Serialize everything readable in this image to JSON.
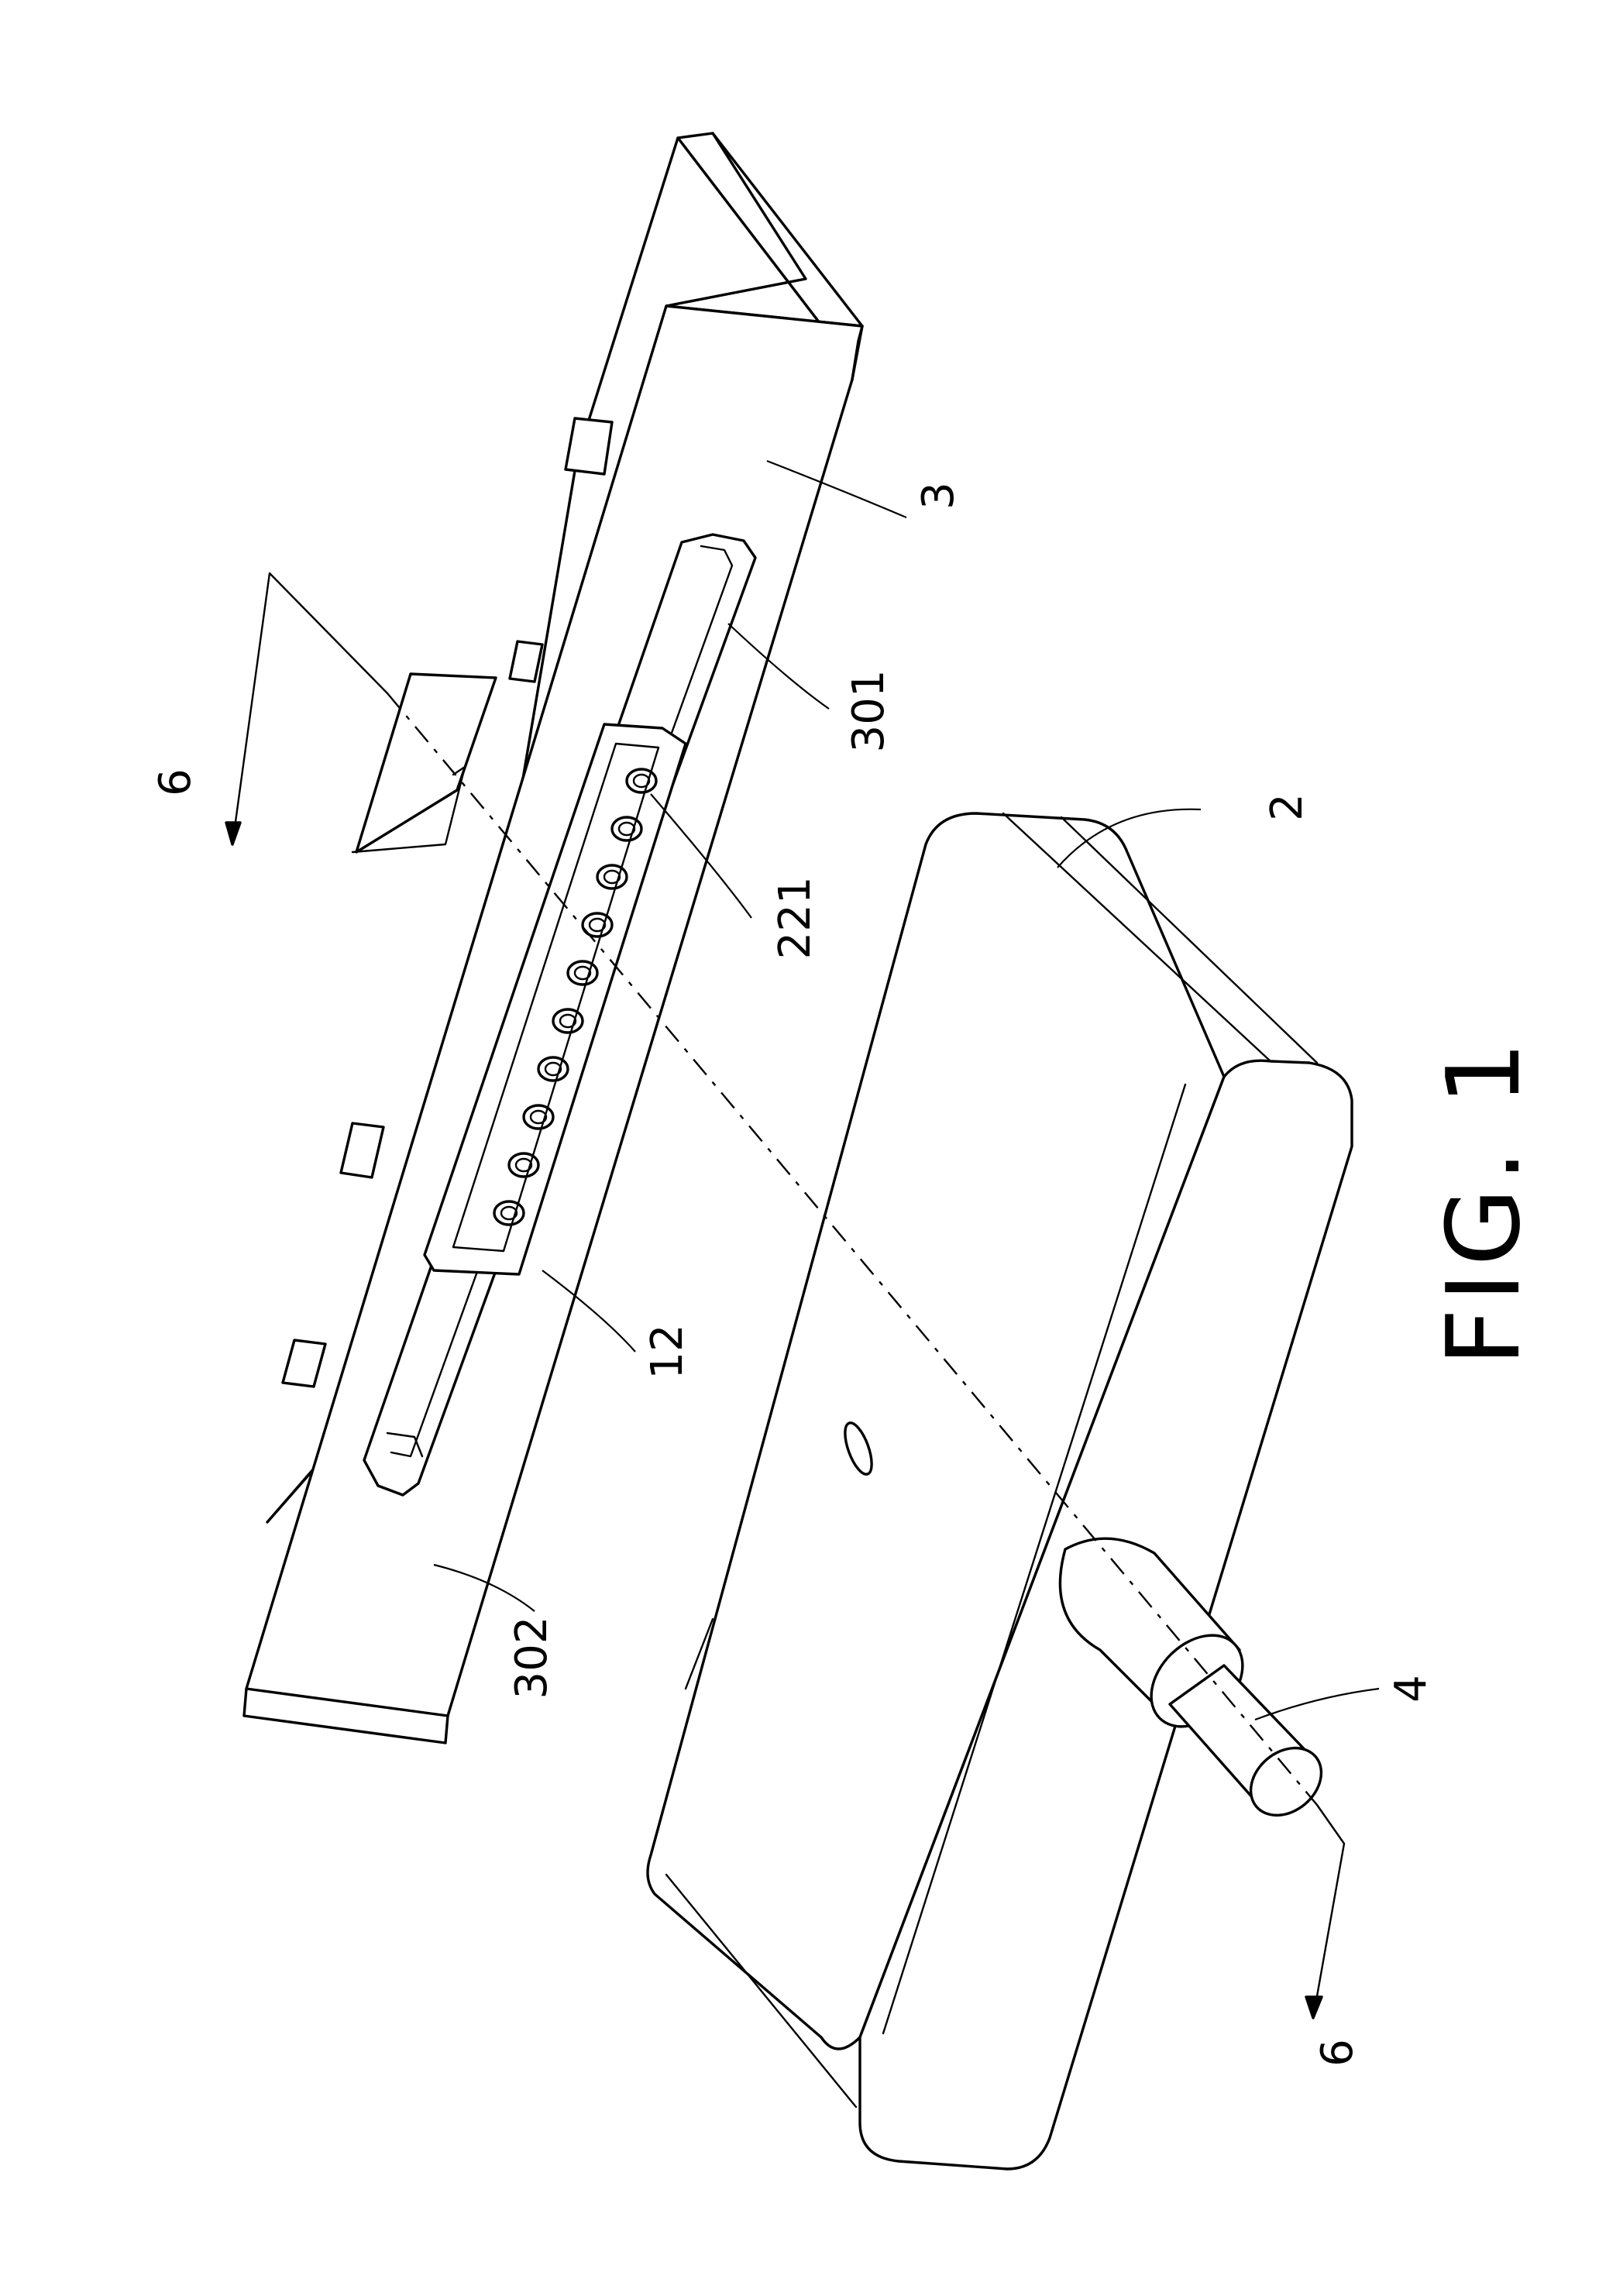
{
  "figure": {
    "caption": "FIG. 1"
  },
  "labels": {
    "section_top": "6",
    "section_bottom": "6",
    "part_3": "3",
    "part_301": "301",
    "part_221": "221",
    "part_12": "12",
    "part_302": "302",
    "part_2": "2",
    "part_4": "4"
  }
}
